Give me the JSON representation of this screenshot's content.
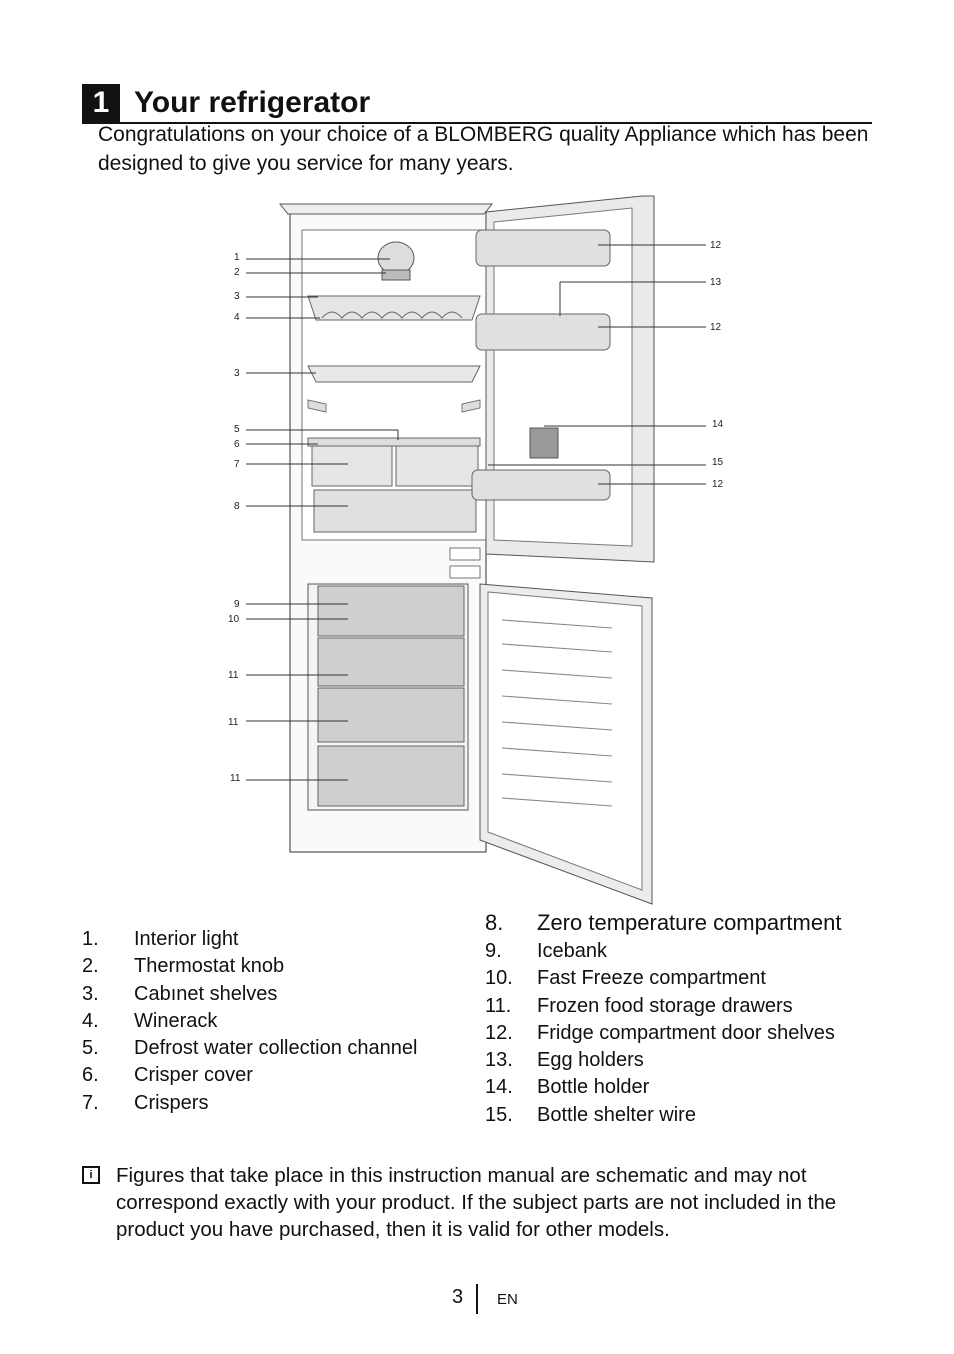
{
  "chapter": {
    "number": "1",
    "title": "Your refrigerator"
  },
  "intro": "Congratulations on your choice of a BLOMBERG quality Appliance which has been designed to give you service for many years.",
  "figure": {
    "callouts_left": [
      "1",
      "2",
      "3",
      "4",
      "3",
      "5",
      "6",
      "7",
      "8",
      "9",
      "10",
      "11",
      "11",
      "11"
    ],
    "callouts_right": [
      "12",
      "13",
      "12",
      "14",
      "15",
      "12"
    ]
  },
  "parts_left": [
    {
      "n": "1.",
      "label": "Interior light"
    },
    {
      "n": "2.",
      "label": "Thermostat knob"
    },
    {
      "n": "3.",
      "label": "Cabınet shelves"
    },
    {
      "n": "4.",
      "label": "Winerack"
    },
    {
      "n": "5.",
      "label": "Defrost water collection channel"
    },
    {
      "n": "6.",
      "label": "Crisper cover"
    },
    {
      "n": "7.",
      "label": "Crispers"
    }
  ],
  "parts_right_head": {
    "n": "8.",
    "label": "Zero temperature compartment"
  },
  "parts_right": [
    {
      "n": "9.",
      "label": "Icebank"
    },
    {
      "n": "10.",
      "label": "Fast Freeze compartment"
    },
    {
      "n": "11.",
      "label": "Frozen food storage drawers"
    },
    {
      "n": "12.",
      "label": "Fridge compartment door shelves"
    },
    {
      "n": "13.",
      "label": "Egg holders"
    },
    {
      "n": "14.",
      "label": "Bottle holder"
    },
    {
      "n": "15.",
      "label": "Bottle shelter wire"
    }
  ],
  "note": {
    "icon": "info-icon",
    "text": "Figures that take place in this instruction manual are schematic and may not correspond exactly with your product. If the subject parts are not included in the product you have purchased, then it is valid for other models."
  },
  "footer": {
    "page": "3",
    "lang": "EN"
  }
}
